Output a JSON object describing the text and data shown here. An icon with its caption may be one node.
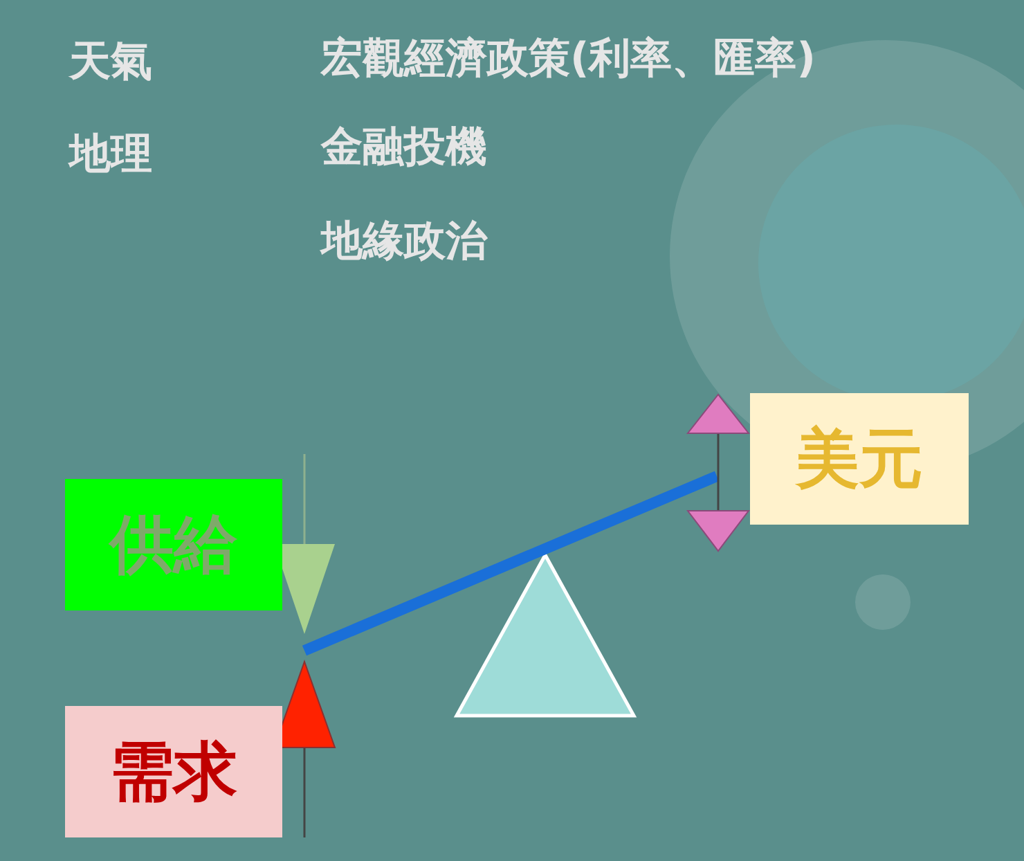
{
  "diagram": {
    "nodes": [
      {
        "text": [
          "供給"
        ]
      },
      {
        "text": [
          "需求"
        ]
      },
      {
        "text": [
          "美元"
        ]
      }
    ],
    "labels": [
      "天氣",
      "宏觀經濟政策(利率、匯率)",
      "地理",
      "金融投機",
      "地緣政治"
    ]
  }
}
